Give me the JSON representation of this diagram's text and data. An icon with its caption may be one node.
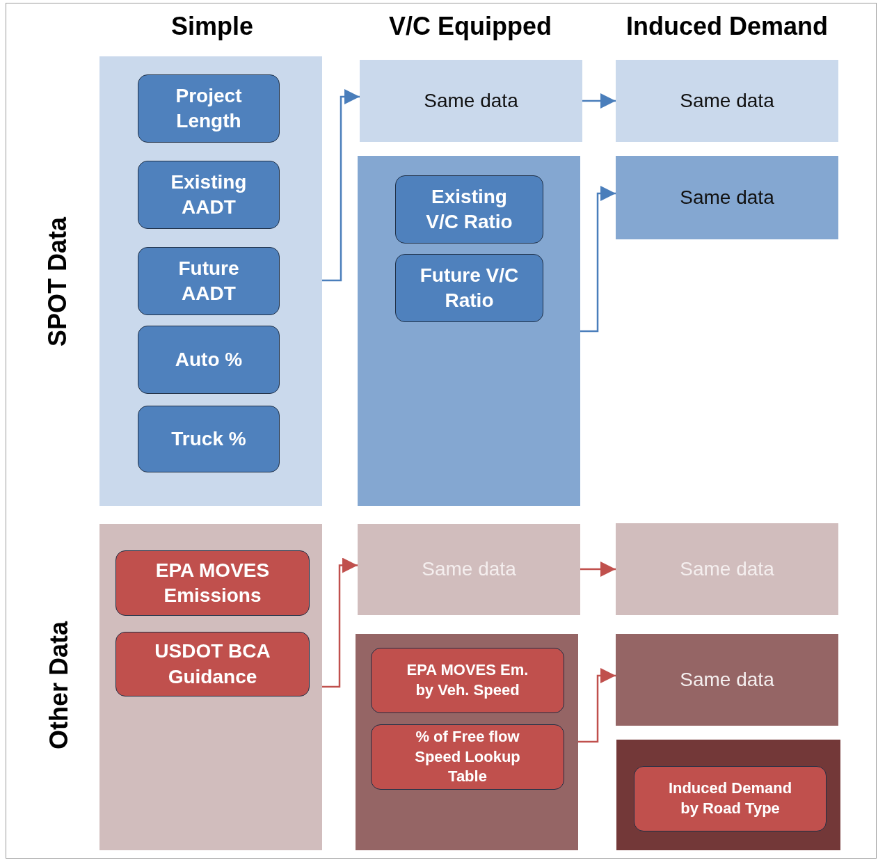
{
  "diagram": {
    "nodes": [
      {
        "text": [],
        "shape": "box"
      },
      {
        "text": [
          "Project Length"
        ],
        "in": 0
      },
      {
        "text": [
          "Existing AADT"
        ],
        "in": 0
      },
      {
        "text": [
          "Future AADT"
        ],
        "in": 0
      },
      {
        "text": [
          "Auto %"
        ],
        "in": 0
      },
      {
        "text": [
          "Truck %"
        ],
        "in": 0
      },
      {
        "text": [
          "Same data"
        ]
      },
      {
        "text": [
          "Same data"
        ]
      },
      {
        "text": [],
        "shape": "box"
      },
      {
        "text": [
          "Existing V/C Ratio"
        ],
        "in": 8
      },
      {
        "text": [
          "Future V/C Ratio"
        ],
        "in": 8
      },
      {
        "text": [
          "Same data"
        ]
      },
      {
        "text": [],
        "shape": "box"
      },
      {
        "text": [
          "EPA MOVES Emissions"
        ],
        "in": 12
      },
      {
        "text": [
          "USDOT BCA Guidance"
        ],
        "in": 12
      },
      {
        "text": [
          "Same data"
        ]
      },
      {
        "text": [
          "Same data"
        ]
      },
      {
        "text": [],
        "shape": "box"
      },
      {
        "text": [
          "EPA MOVES Em. by Veh. Speed"
        ],
        "in": 17
      },
      {
        "text": [
          "% of Free flow Speed Lookup Table"
        ],
        "in": 17
      },
      {
        "text": [
          "Same data"
        ]
      },
      {
        "text": [],
        "shape": "box"
      },
      {
        "text": [
          "Induced Demand by Road Type"
        ],
        "in": 21
      }
    ],
    "edges": [
      {
        "from": 0,
        "to": 6,
        "arrow": "to"
      },
      {
        "from": 6,
        "to": 7,
        "arrow": "to"
      },
      {
        "from": 8,
        "to": 11,
        "arrow": "to"
      },
      {
        "from": 12,
        "to": 15,
        "arrow": "to",
        "color": "#c0504d"
      },
      {
        "from": 15,
        "to": 16,
        "arrow": "to",
        "color": "#c0504d"
      },
      {
        "from": 17,
        "to": 20,
        "arrow": "to",
        "color": "#c0504d"
      }
    ],
    "labels": [
      "Simple",
      "V/C Equipped",
      "Induced Demand",
      "SPOT Data",
      "Other Data"
    ]
  }
}
